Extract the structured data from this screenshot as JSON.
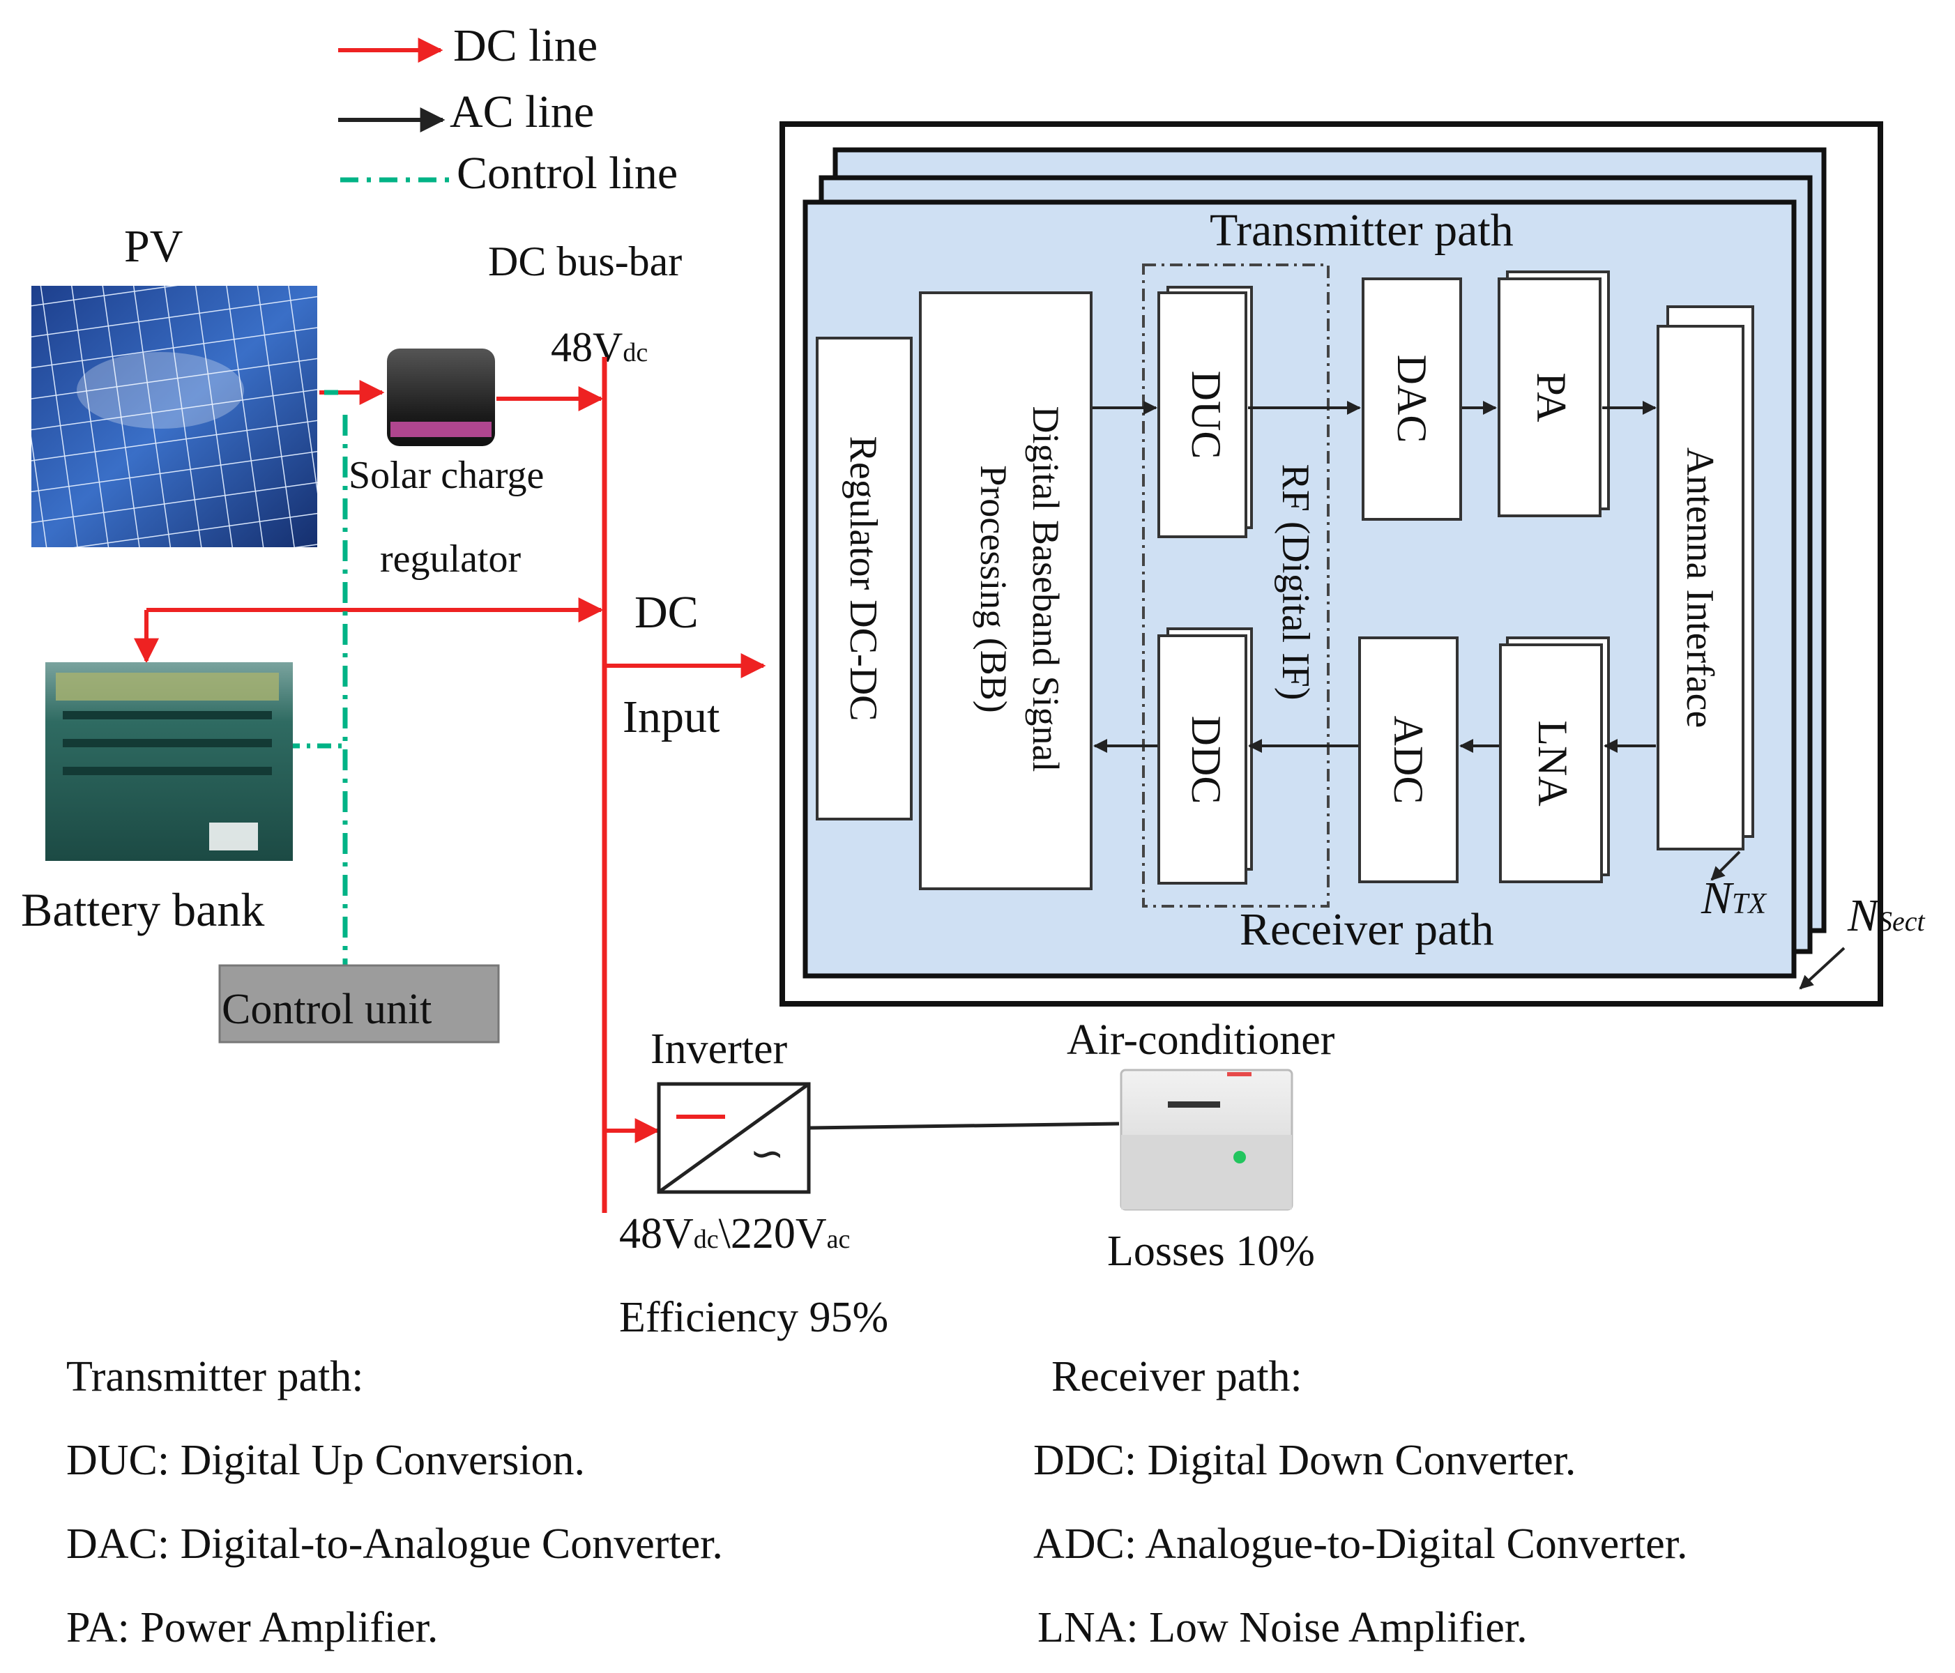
{
  "legend": {
    "dc": "DC line",
    "ac": "AC line",
    "control": "Control line"
  },
  "pv": {
    "label": "PV"
  },
  "dc_bus": {
    "label": "DC bus-bar",
    "voltage_main": "48V",
    "voltage_sub": "dc"
  },
  "solar_regulator": {
    "line1": "Solar charge",
    "line2": "regulator"
  },
  "battery": {
    "label": "Battery bank"
  },
  "control_unit": {
    "label": "Control unit"
  },
  "dc_input": {
    "line1": "DC",
    "line2": "Input"
  },
  "inverter": {
    "label": "Inverter",
    "v1_main": "48V",
    "v1_sub": "dc",
    "sep": "\\",
    "v2_main": "220V",
    "v2_sub": "ac",
    "efficiency": "Efficiency 95%"
  },
  "air_conditioner": {
    "label": "Air-conditioner",
    "losses": "Losses 10%"
  },
  "base_station": {
    "transmitter_path": "Transmitter path",
    "receiver_path": "Receiver path",
    "regulator": "Regulator DC-DC",
    "baseband_line1": "Digital Baseband Signal",
    "baseband_line2": "Processing (BB)",
    "rf_group": "RF (Digital IF)",
    "duc": "DUC",
    "ddc": "DDC",
    "dac": "DAC",
    "adc": "ADC",
    "pa": "PA",
    "lna": "LNA",
    "antenna": "Antenna Interface",
    "ntx_main": "N",
    "ntx_sub": "TX",
    "nsect_main": "N",
    "nsect_sub": "Sect"
  },
  "glossary": {
    "tx_heading": "Transmitter path:",
    "rx_heading": "Receiver path:",
    "tx_items": [
      "DUC: Digital Up Conversion.",
      "DAC: Digital-to-Analogue Converter.",
      "PA: Power Amplifier."
    ],
    "rx_items": [
      "DDC: Digital Down Converter.",
      "ADC: Analogue-to-Digital Converter.",
      "LNA: Low Noise Amplifier."
    ]
  },
  "colors": {
    "dc_line": "#ee2222",
    "ac_line": "#222222",
    "control_line": "#00b386",
    "panel_fill": "#cfe0f3"
  }
}
